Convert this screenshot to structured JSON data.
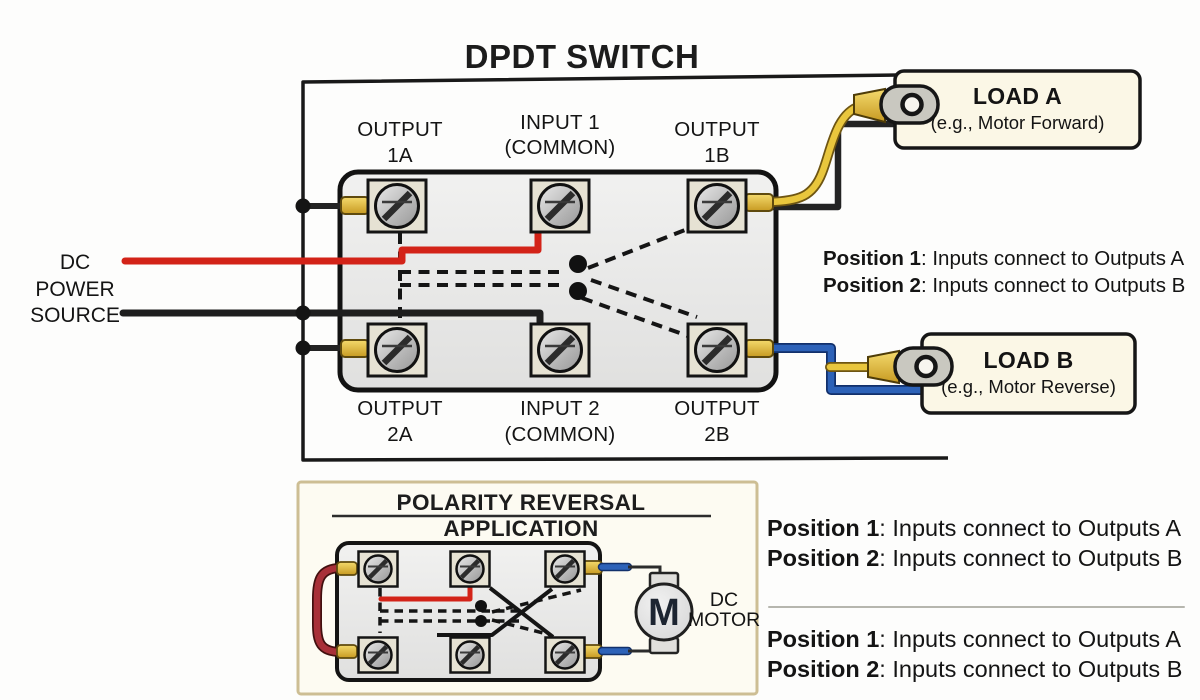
{
  "title": "DPDT SWITCH",
  "power_source": {
    "line1": "DC",
    "line2": "POWER",
    "line3": "SOURCE"
  },
  "terminals": {
    "output_1a": {
      "line1": "OUTPUT",
      "line2": "1A"
    },
    "input_1": {
      "line1": "INPUT 1",
      "line2": "(COMMON)"
    },
    "output_1b": {
      "line1": "OUTPUT",
      "line2": "1B"
    },
    "output_2a": {
      "line1": "OUTPUT",
      "line2": "2A"
    },
    "input_2": {
      "line1": "INPUT 2",
      "line2": "(COMMON)"
    },
    "output_2b": {
      "line1": "OUTPUT",
      "line2": "2B"
    }
  },
  "load_a": {
    "title": "LOAD A",
    "subtitle": "(e.g., Motor Forward)"
  },
  "load_b": {
    "title": "LOAD B",
    "subtitle": "(e.g., Motor Reverse)"
  },
  "position_note": {
    "p1_label": "Position 1",
    "p1_text": ": Inputs connect to Outputs A",
    "p2_label": "Position 2",
    "p2_text": ": Inputs connect to Outputs B"
  },
  "application": {
    "title": "POLARITY REVERSAL APPLICATION",
    "motor_letter": "M",
    "motor_label_line1": "DC",
    "motor_label_line2": "MOTOR"
  },
  "colors": {
    "wire_red": "#d32318",
    "wire_black": "#1e1e1e",
    "wire_yellow": "#e9c63d",
    "wire_blue": "#2d62b8",
    "wire_dark_red": "#a83038",
    "load_box_bg": "#fbf7e6",
    "app_box_bg": "#fdfbf2",
    "app_box_border": "#cdbe94"
  }
}
